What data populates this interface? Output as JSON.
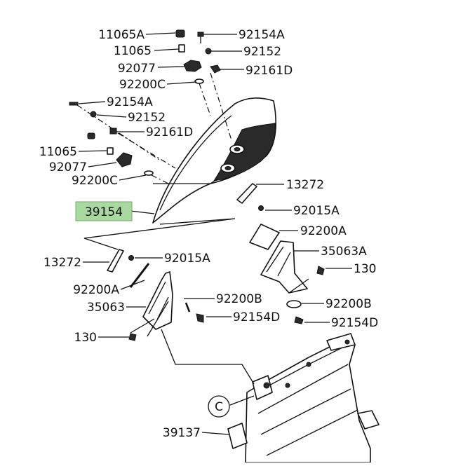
{
  "diagram": {
    "highlight_color": "#a9d8a0",
    "callouts": [
      {
        "id": "c1",
        "text": "11065A"
      },
      {
        "id": "c2",
        "text": "92154A"
      },
      {
        "id": "c3",
        "text": "11065"
      },
      {
        "id": "c4",
        "text": "92152"
      },
      {
        "id": "c5",
        "text": "92077"
      },
      {
        "id": "c6",
        "text": "92161D"
      },
      {
        "id": "c7",
        "text": "92200C"
      },
      {
        "id": "c8",
        "text": "92154A"
      },
      {
        "id": "c9",
        "text": "92152"
      },
      {
        "id": "c10",
        "text": "92161D"
      },
      {
        "id": "c11",
        "text": "11065"
      },
      {
        "id": "c12",
        "text": "92077"
      },
      {
        "id": "c13",
        "text": "92200C"
      },
      {
        "id": "c14",
        "text": "13272"
      },
      {
        "id": "c15",
        "text": "39154",
        "highlight": true
      },
      {
        "id": "c16",
        "text": "92015A"
      },
      {
        "id": "c17",
        "text": "92200A"
      },
      {
        "id": "c18",
        "text": "13272"
      },
      {
        "id": "c19",
        "text": "92015A"
      },
      {
        "id": "c20",
        "text": "35063A"
      },
      {
        "id": "c21",
        "text": "130"
      },
      {
        "id": "c22",
        "text": "92200A"
      },
      {
        "id": "c23",
        "text": "92200B"
      },
      {
        "id": "c24",
        "text": "35063"
      },
      {
        "id": "c25",
        "text": "92200B"
      },
      {
        "id": "c26",
        "text": "92154D"
      },
      {
        "id": "c27",
        "text": "92154D"
      },
      {
        "id": "c28",
        "text": "130"
      },
      {
        "id": "c29",
        "text": "C"
      },
      {
        "id": "c30",
        "text": "39137"
      }
    ]
  }
}
